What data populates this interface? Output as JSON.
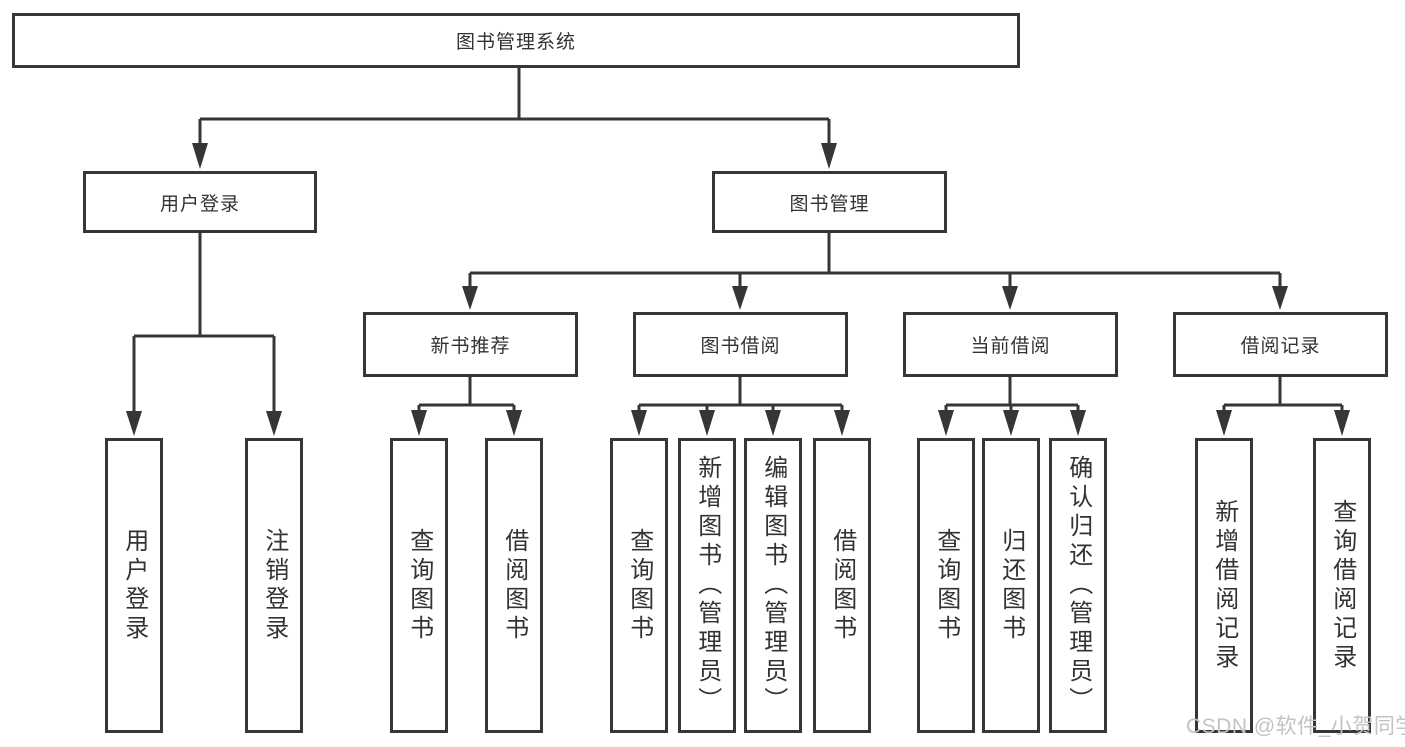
{
  "diagram": {
    "root": {
      "label": "图书管理系统"
    },
    "branches": [
      {
        "label": "用户登录",
        "children": [
          {
            "label": "用户登录"
          },
          {
            "label": "注销登录"
          }
        ]
      },
      {
        "label": "图书管理",
        "children": [
          {
            "label": "新书推荐",
            "children": [
              {
                "label": "查询图书"
              },
              {
                "label": "借阅图书"
              }
            ]
          },
          {
            "label": "图书借阅",
            "children": [
              {
                "label": "查询图书"
              },
              {
                "label": "新增图书（管理员）"
              },
              {
                "label": "编辑图书（管理员）"
              },
              {
                "label": "借阅图书"
              }
            ]
          },
          {
            "label": "当前借阅",
            "children": [
              {
                "label": "查询图书"
              },
              {
                "label": "归还图书"
              },
              {
                "label": "确认归还（管理员）"
              }
            ]
          },
          {
            "label": "借阅记录",
            "children": [
              {
                "label": "新增借阅记录"
              },
              {
                "label": "查询借阅记录"
              }
            ]
          }
        ]
      }
    ]
  },
  "watermark": {
    "text": "CSDN @软件_小贺同学"
  },
  "colors": {
    "line": "#363636",
    "text": "#333333",
    "watermark": "#c3c3c3",
    "background": "#ffffff"
  }
}
